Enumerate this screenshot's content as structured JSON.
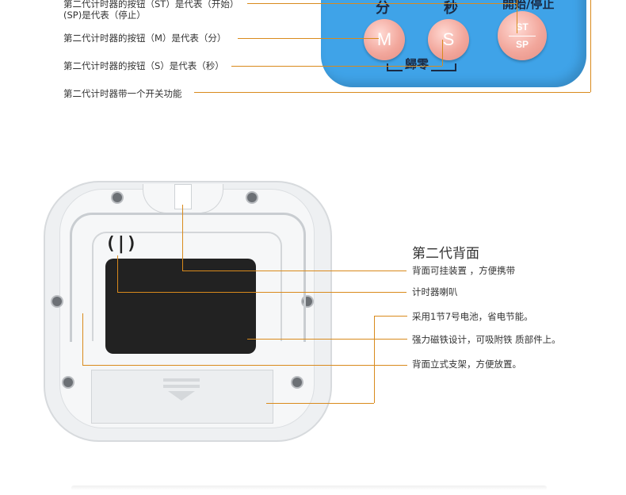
{
  "top_labels": [
    "第二代计时器的按钮（ST）是代表（开始）",
    "(SP)是代表（停止）",
    "第二代计时器的按钮（M）是代表（分）",
    "第二代计时器的按钮（S）是代表（秒）",
    "第二代计时器带一个开关功能"
  ],
  "front": {
    "min_label": "分",
    "sec_label": "秒",
    "startstop_label": "開始/停止",
    "reset_label": "歸零",
    "btn_m": "M",
    "btn_s": "S",
    "btn_st": "ST",
    "btn_sp": "SP"
  },
  "back": {
    "title": "第二代背面",
    "features": [
      "背面可挂装置 ，方便携带",
      "计时器喇叭",
      "采用1节7号电池，省电节能。",
      "强力磁铁设计，可吸附铁 质部件上。",
      "背面立式支架，方便放置。"
    ],
    "speaker_mark": "(|)"
  },
  "colors": {
    "accent_line": "#d98a1c",
    "timer_blue": "#3fa3e8",
    "button_pink": "#f2a79c"
  }
}
